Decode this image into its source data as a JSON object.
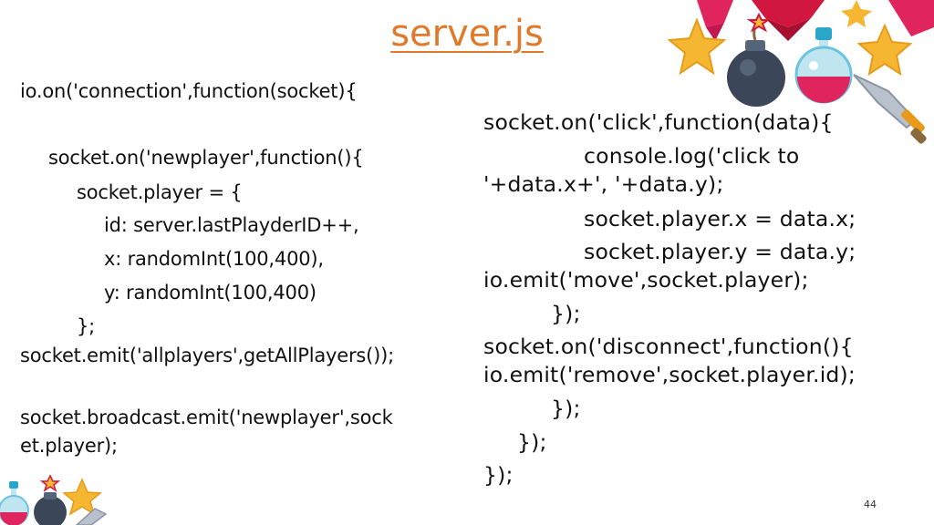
{
  "slide": {
    "title": "server.js",
    "page_number": "44",
    "colors": {
      "title": "#e07a2a",
      "text": "#111111",
      "background": "#ffffff"
    },
    "decorations": [
      "gem-icon",
      "star-icon",
      "bomb-icon",
      "potion-icon",
      "sword-icon"
    ]
  },
  "left_code": [
    "io.on('connection',function(socket){",
    "socket.on('newplayer',function(){",
    "socket.player = {",
    "id: server.lastPlayderID++,",
    "x: randomInt(100,400),",
    "y: randomInt(100,400)",
    "};",
    "socket.emit('allplayers',getAllPlayers());",
    "socket.broadcast.emit('newplayer',sock",
    "et.player);"
  ],
  "right_code": [
    "socket.on('click',function(data){",
    "console.log('click to",
    "'+data.x+', '+data.y);",
    "socket.player.x = data.x;",
    "socket.player.y = data.y;",
    "io.emit('move',socket.player);",
    "});",
    "socket.on('disconnect',function(){",
    "io.emit('remove',socket.player.id);",
    "});",
    "});",
    "});"
  ]
}
